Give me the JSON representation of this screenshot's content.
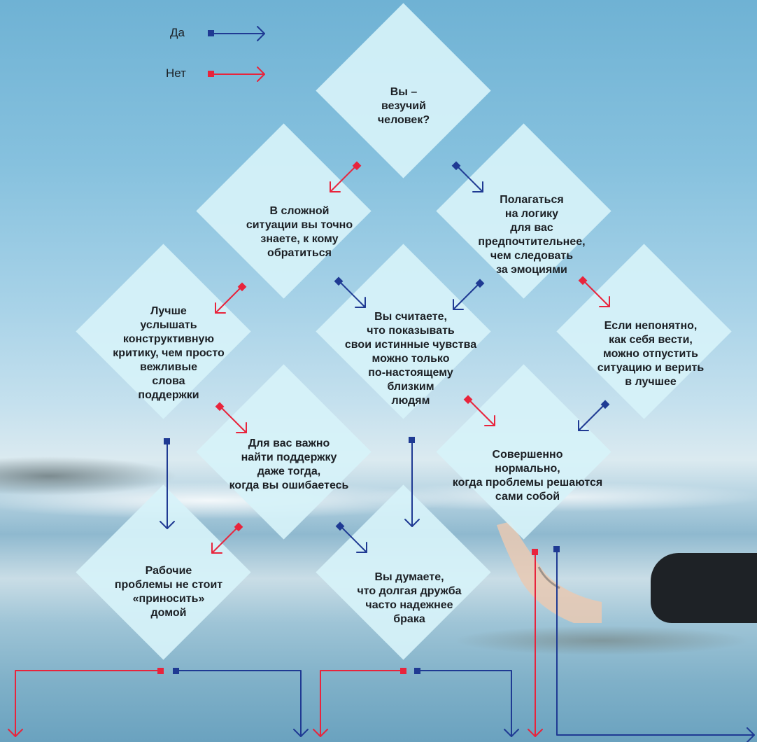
{
  "legend": {
    "yes": "Да",
    "no": "Нет",
    "yes_color": "#1f3a93",
    "no_color": "#e8243c"
  },
  "nodes": {
    "q1": "Вы –\nвезучий\nчеловек?",
    "q2": "В сложной\nситуации вы точно\nзнаете, к кому\nобратиться",
    "q3": "Полагаться\nна логику\nдля вас\nпредпочтительнее,\nчем следовать\nза эмоциями",
    "q4": "Лучше\nуслышать\nконструктивную\nкритику, чем просто\nвежливые\nслова\nподдержки",
    "q5": "Вы считаете,\nчто показывать\nсвои истинные чувства\nможно только\nпо-настоящему\nблизким\nлюдям",
    "q6": "Если непонятно,\nкак себя вести,\nможно отпустить\nситуацию и верить\nв лучшее",
    "q7": "Для вас важно\nнайти поддержку\nдаже тогда,\nкогда вы ошибаетесь",
    "q8": "Совершенно\nнормально,\nкогда проблемы решаются\nсами собой",
    "q9": "Рабочие\nпроблемы не стоит\n«приносить»\nдомой",
    "q10": "Вы думаете,\nчто долгая дружба\nчасто надежнее\nбрака"
  }
}
